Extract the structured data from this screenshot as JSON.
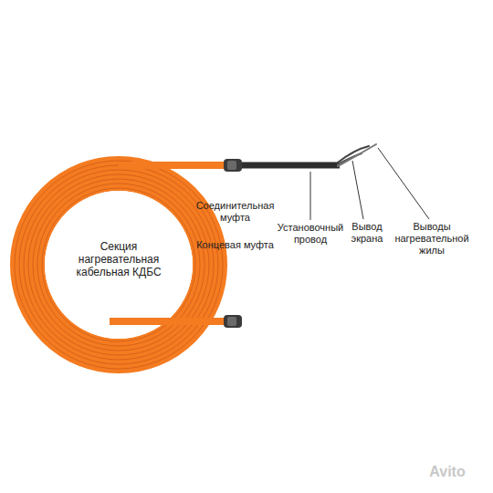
{
  "diagram": {
    "labels": [
      "Секция нагревательная кабельная КДБС",
      "Соединительная муфта",
      "Концевая муфта",
      "Установочный провод",
      "Вывод экрана",
      "Выводы нагревательной жилы",
      "Avito"
    ]
  }
}
